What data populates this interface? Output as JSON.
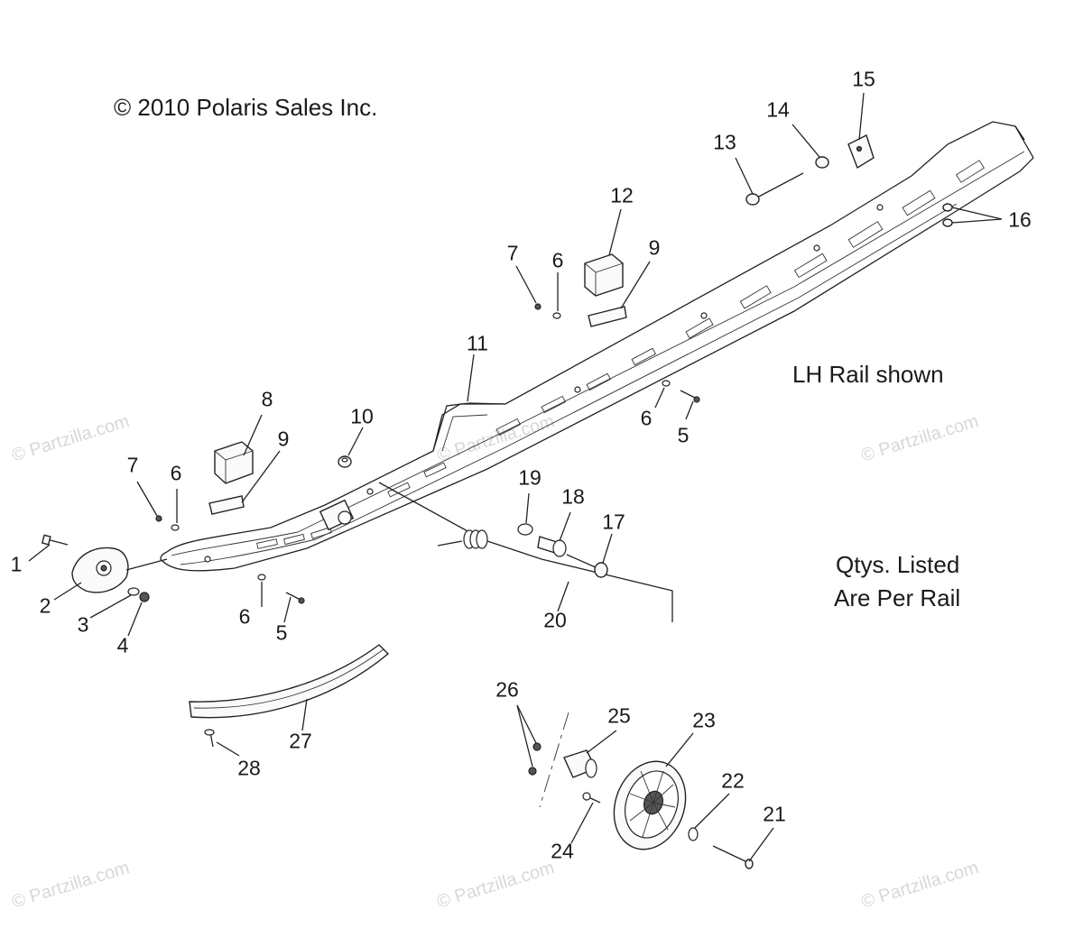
{
  "copyright": "© 2010 Polaris Sales Inc.",
  "notes": {
    "rail_shown": "LH Rail shown",
    "qty_line1": "Qtys. Listed",
    "qty_line2": "Are Per Rail"
  },
  "watermark": {
    "text": "© Partzilla.com"
  },
  "callouts": [
    {
      "id": "c1",
      "label": "1"
    },
    {
      "id": "c2",
      "label": "2"
    },
    {
      "id": "c3",
      "label": "3"
    },
    {
      "id": "c4",
      "label": "4"
    },
    {
      "id": "c5a",
      "label": "5"
    },
    {
      "id": "c5b",
      "label": "5"
    },
    {
      "id": "c6a",
      "label": "6"
    },
    {
      "id": "c6b",
      "label": "6"
    },
    {
      "id": "c6c",
      "label": "6"
    },
    {
      "id": "c6d",
      "label": "6"
    },
    {
      "id": "c7a",
      "label": "7"
    },
    {
      "id": "c7b",
      "label": "7"
    },
    {
      "id": "c8",
      "label": "8"
    },
    {
      "id": "c9a",
      "label": "9"
    },
    {
      "id": "c9b",
      "label": "9"
    },
    {
      "id": "c10",
      "label": "10"
    },
    {
      "id": "c11",
      "label": "11"
    },
    {
      "id": "c12",
      "label": "12"
    },
    {
      "id": "c13",
      "label": "13"
    },
    {
      "id": "c14",
      "label": "14"
    },
    {
      "id": "c15",
      "label": "15"
    },
    {
      "id": "c16",
      "label": "16"
    },
    {
      "id": "c17",
      "label": "17"
    },
    {
      "id": "c18",
      "label": "18"
    },
    {
      "id": "c19",
      "label": "19"
    },
    {
      "id": "c20",
      "label": "20"
    },
    {
      "id": "c21",
      "label": "21"
    },
    {
      "id": "c22",
      "label": "22"
    },
    {
      "id": "c23",
      "label": "23"
    },
    {
      "id": "c24",
      "label": "24"
    },
    {
      "id": "c25",
      "label": "25"
    },
    {
      "id": "c26",
      "label": "26"
    },
    {
      "id": "c27",
      "label": "27"
    },
    {
      "id": "c28",
      "label": "28"
    }
  ]
}
